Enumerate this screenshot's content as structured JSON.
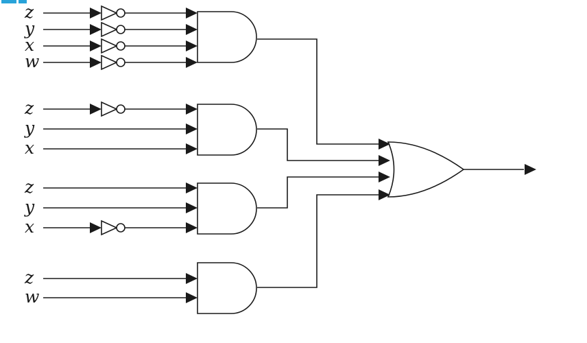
{
  "colors": {
    "ink": "#1a1a1a",
    "background": "#ffffff",
    "accent": "#29a3d9"
  },
  "gates": [
    {
      "id": "and-1",
      "type": "AND",
      "inputs": [
        {
          "label": "z",
          "inverted": true
        },
        {
          "label": "y",
          "inverted": true
        },
        {
          "label": "x",
          "inverted": true
        },
        {
          "label": "w",
          "inverted": true
        }
      ]
    },
    {
      "id": "and-2",
      "type": "AND",
      "inputs": [
        {
          "label": "z",
          "inverted": true
        },
        {
          "label": "y",
          "inverted": false
        },
        {
          "label": "x",
          "inverted": false
        }
      ]
    },
    {
      "id": "and-3",
      "type": "AND",
      "inputs": [
        {
          "label": "z",
          "inverted": false
        },
        {
          "label": "y",
          "inverted": false
        },
        {
          "label": "x",
          "inverted": true
        }
      ]
    },
    {
      "id": "and-4",
      "type": "AND",
      "inputs": [
        {
          "label": "z",
          "inverted": false
        },
        {
          "label": "w",
          "inverted": false
        }
      ]
    }
  ],
  "output_gate": {
    "type": "OR",
    "input_count": 4
  }
}
